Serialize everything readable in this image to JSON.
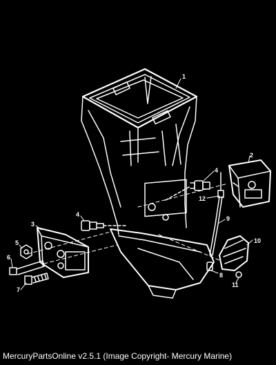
{
  "diagram": {
    "callouts": [
      {
        "id": "c1",
        "label": "1"
      },
      {
        "id": "c2",
        "label": "2"
      },
      {
        "id": "c3",
        "label": "3"
      },
      {
        "id": "c4a",
        "label": "4"
      },
      {
        "id": "c4b",
        "label": "4"
      },
      {
        "id": "c5",
        "label": "5"
      },
      {
        "id": "c6",
        "label": "6"
      },
      {
        "id": "c7",
        "label": "7"
      },
      {
        "id": "c8",
        "label": "8"
      },
      {
        "id": "c9",
        "label": "9"
      },
      {
        "id": "c10",
        "label": "10"
      },
      {
        "id": "c11",
        "label": "11"
      },
      {
        "id": "c12",
        "label": "12"
      }
    ]
  },
  "footer": {
    "caption": "MercuryPartsOnline v2.5.1 (Image Copyright- Mercury Marine)"
  }
}
